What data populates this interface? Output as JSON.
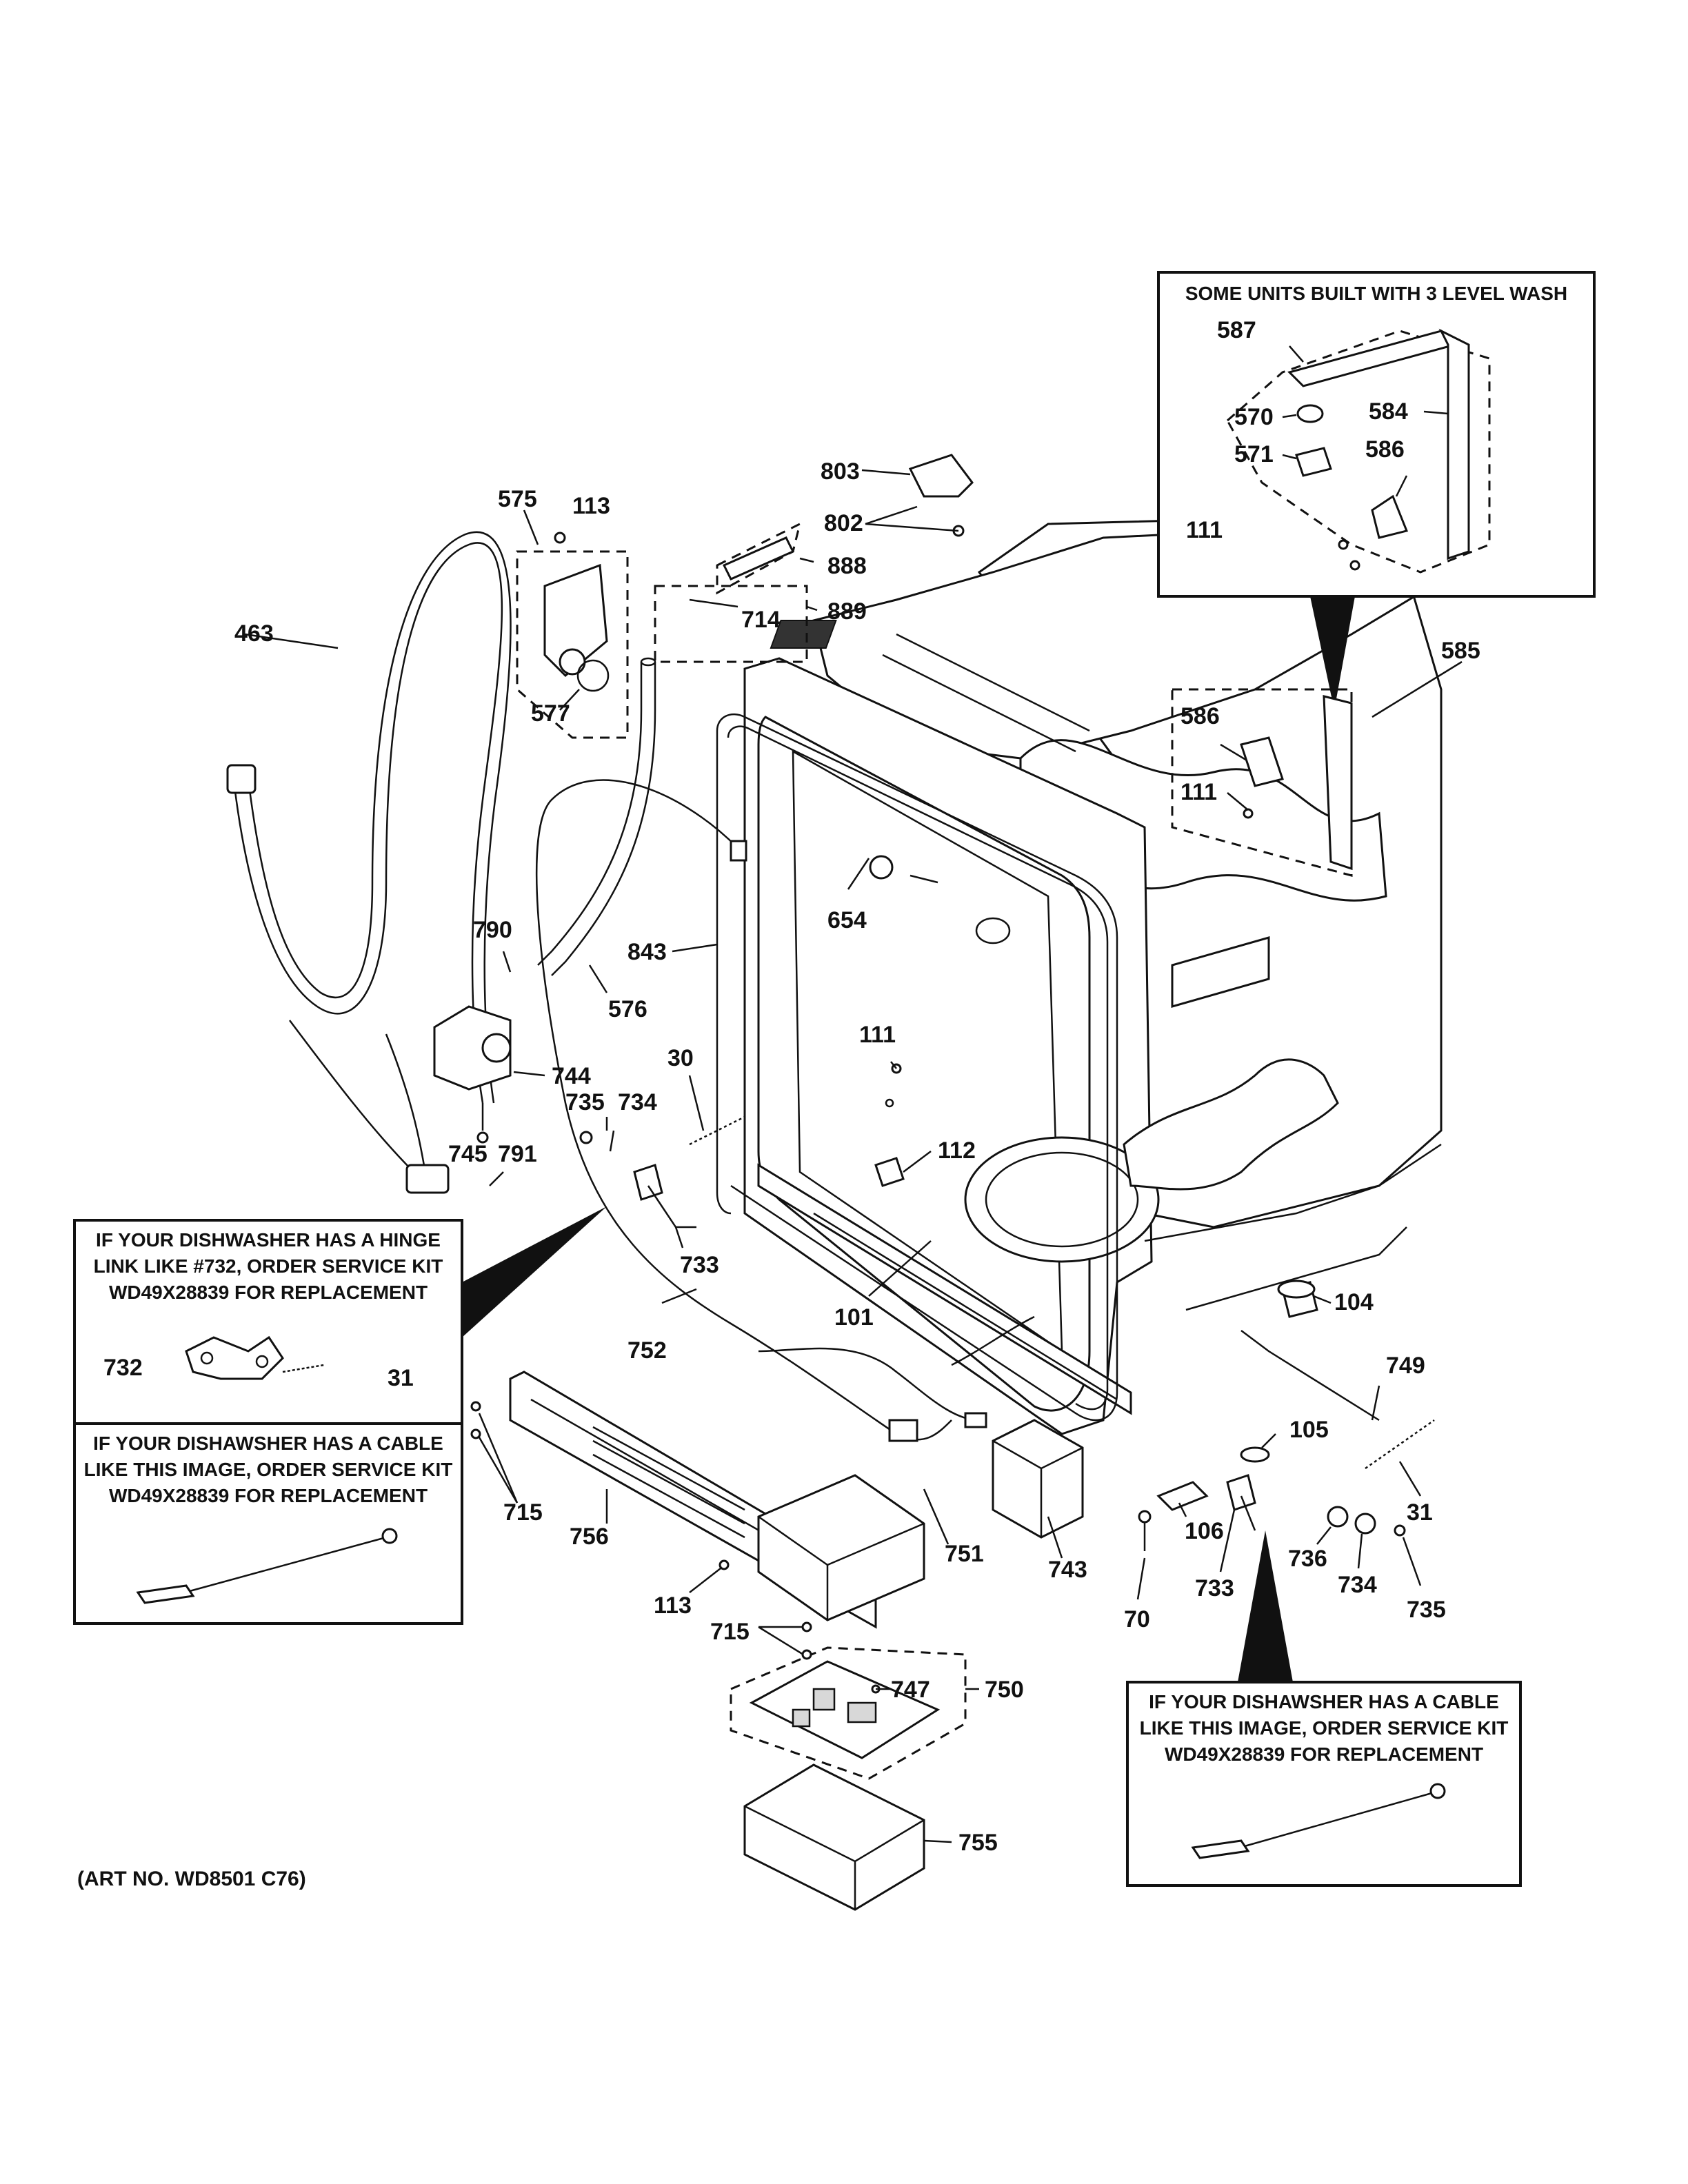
{
  "art_number": "(ART NO. WD8501 C76)",
  "notes": {
    "three_level_wash": "SOME UNITS BUILT WITH 3 LEVEL WASH",
    "hinge_link": [
      "IF YOUR DISHWASHER HAS A HINGE",
      "LINK LIKE #732, ORDER SERVICE KIT",
      "WD49X28839 FOR REPLACEMENT"
    ],
    "cable_left": [
      "IF YOUR DISHAWSHER HAS A CABLE",
      "LIKE THIS IMAGE, ORDER SERVICE KIT",
      "WD49X28839 FOR REPLACEMENT"
    ],
    "cable_right": [
      "IF YOUR DISHAWSHER HAS A CABLE",
      "LIKE THIS IMAGE, ORDER SERVICE KIT",
      "WD49X28839 FOR REPLACEMENT"
    ]
  },
  "callouts": {
    "inset_587": "587",
    "inset_570": "570",
    "inset_584": "584",
    "inset_571": "571",
    "inset_586": "586",
    "inset_111": "111",
    "c803": "803",
    "c802": "802",
    "c888": "888",
    "c889": "889",
    "c714": "714",
    "c575": "575",
    "c113_top": "113",
    "c463": "463",
    "c577": "577",
    "c585": "585",
    "c586": "586",
    "c111_right": "111",
    "c654": "654",
    "c790": "790",
    "c843": "843",
    "c576": "576",
    "c744": "744",
    "c111_mid": "111",
    "c30": "30",
    "c735_left": "735",
    "c734_left": "734",
    "c745": "745",
    "c791": "791",
    "c112": "112",
    "c733_left": "733",
    "c101": "101",
    "c104": "104",
    "c732": "732",
    "c31_left": "31",
    "c752": "752",
    "c749": "749",
    "c105": "105",
    "c31_right": "31",
    "c715_left": "715",
    "c756": "756",
    "c751": "751",
    "c743": "743",
    "c106": "106",
    "c736": "736",
    "c734_right": "734",
    "c735_right": "735",
    "c733_right": "733",
    "c70": "70",
    "c113_bottom": "113",
    "c715_bottom": "715",
    "c747": "747",
    "c750": "750",
    "c755": "755"
  }
}
